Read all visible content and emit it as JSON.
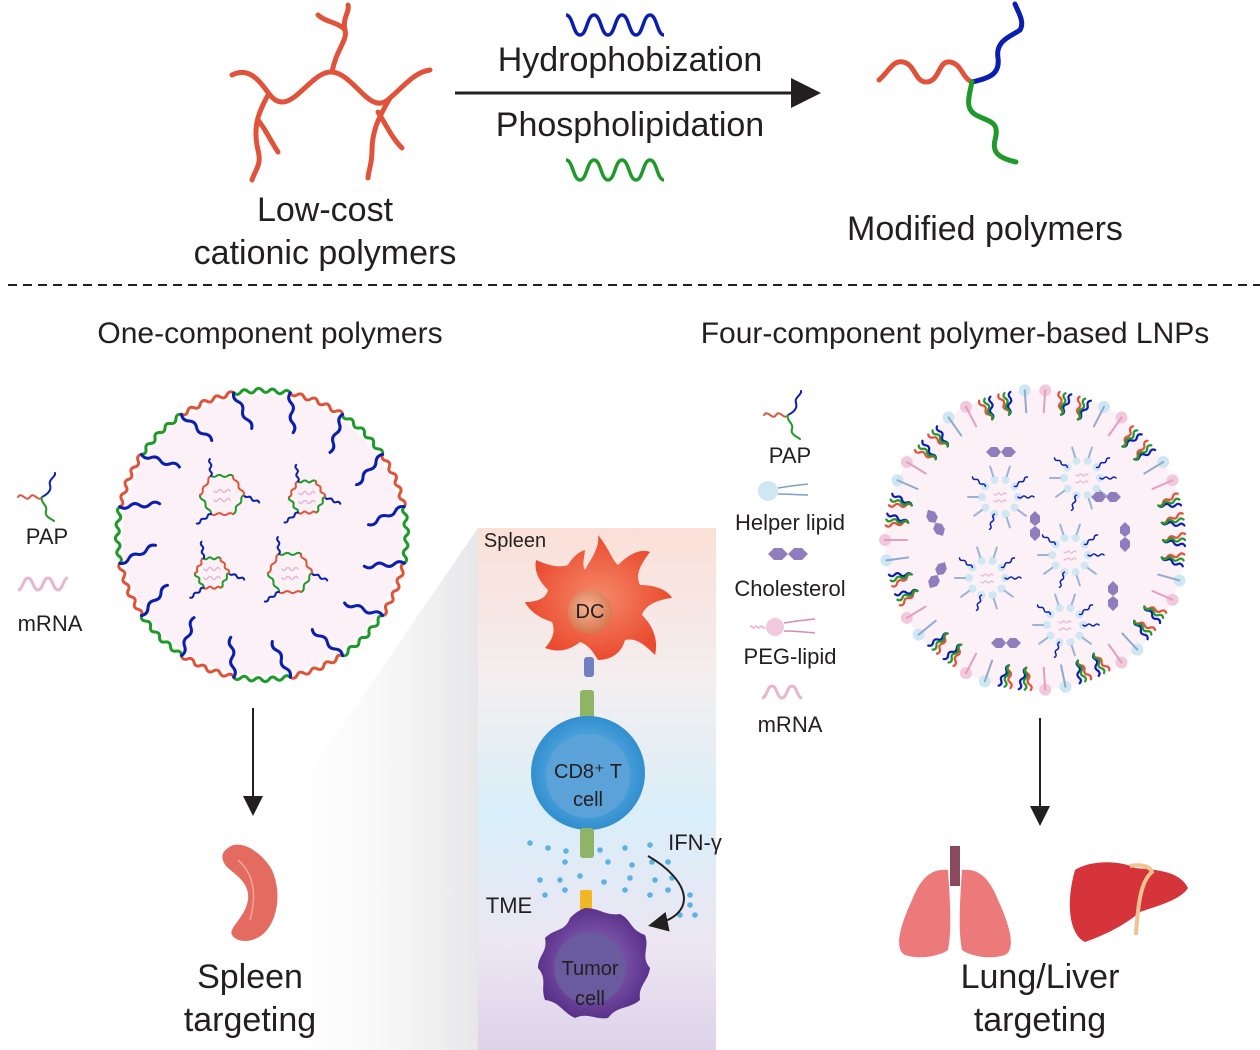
{
  "top": {
    "source_label_line1": "Low-cost",
    "source_label_line2": "cationic polymers",
    "reaction_top_label": "Hydrophobization",
    "reaction_bottom_label": "Phospholipidation",
    "product_label": "Modified polymers"
  },
  "left_panel": {
    "title": "One-component polymers",
    "legend": [
      {
        "icon": "pap-icon",
        "label": "PAP"
      },
      {
        "icon": "mrna-icon",
        "label": "mRNA"
      }
    ],
    "outcome_line1": "Spleen",
    "outcome_line2": "targeting"
  },
  "immune_panel": {
    "spleen_label": "Spleen",
    "dc_label": "DC",
    "tcell_label_line1": "CD8⁺ T",
    "tcell_label_line2": "cell",
    "ifn_label": "IFN-γ",
    "tme_label": "TME",
    "tumor_label_line1": "Tumor",
    "tumor_label_line2": "cell"
  },
  "right_panel": {
    "title": "Four-component polymer-based LNPs",
    "legend": [
      {
        "icon": "pap-icon",
        "label": "PAP"
      },
      {
        "icon": "helper-lipid-icon",
        "label": "Helper lipid"
      },
      {
        "icon": "cholesterol-icon",
        "label": "Cholesterol"
      },
      {
        "icon": "peg-lipid-icon",
        "label": "PEG-lipid"
      },
      {
        "icon": "mrna-icon",
        "label": "mRNA"
      }
    ],
    "outcome_line1": "Lung/Liver",
    "outcome_line2": "targeting"
  },
  "colors": {
    "cationic_red": "#e0533a",
    "hydrophobic_blue": "#0a1fb0",
    "phospholipid_green": "#1f9a2a",
    "mrna_pink": "#e7b6cf",
    "particle_fill": "#fbf1f6",
    "helper_lipid_blue": "#cfe6f3",
    "cholesterol_purple": "#8f7dbe",
    "peg_pink": "#f2c9dc",
    "dc_orange": "#f0553a",
    "tcell_blue": "#3ea3e0",
    "tumor_purple": "#6a3f99",
    "spleen_red": "#e36b60",
    "lung_pink": "#ec7a7a",
    "liver_red": "#d4343a"
  }
}
